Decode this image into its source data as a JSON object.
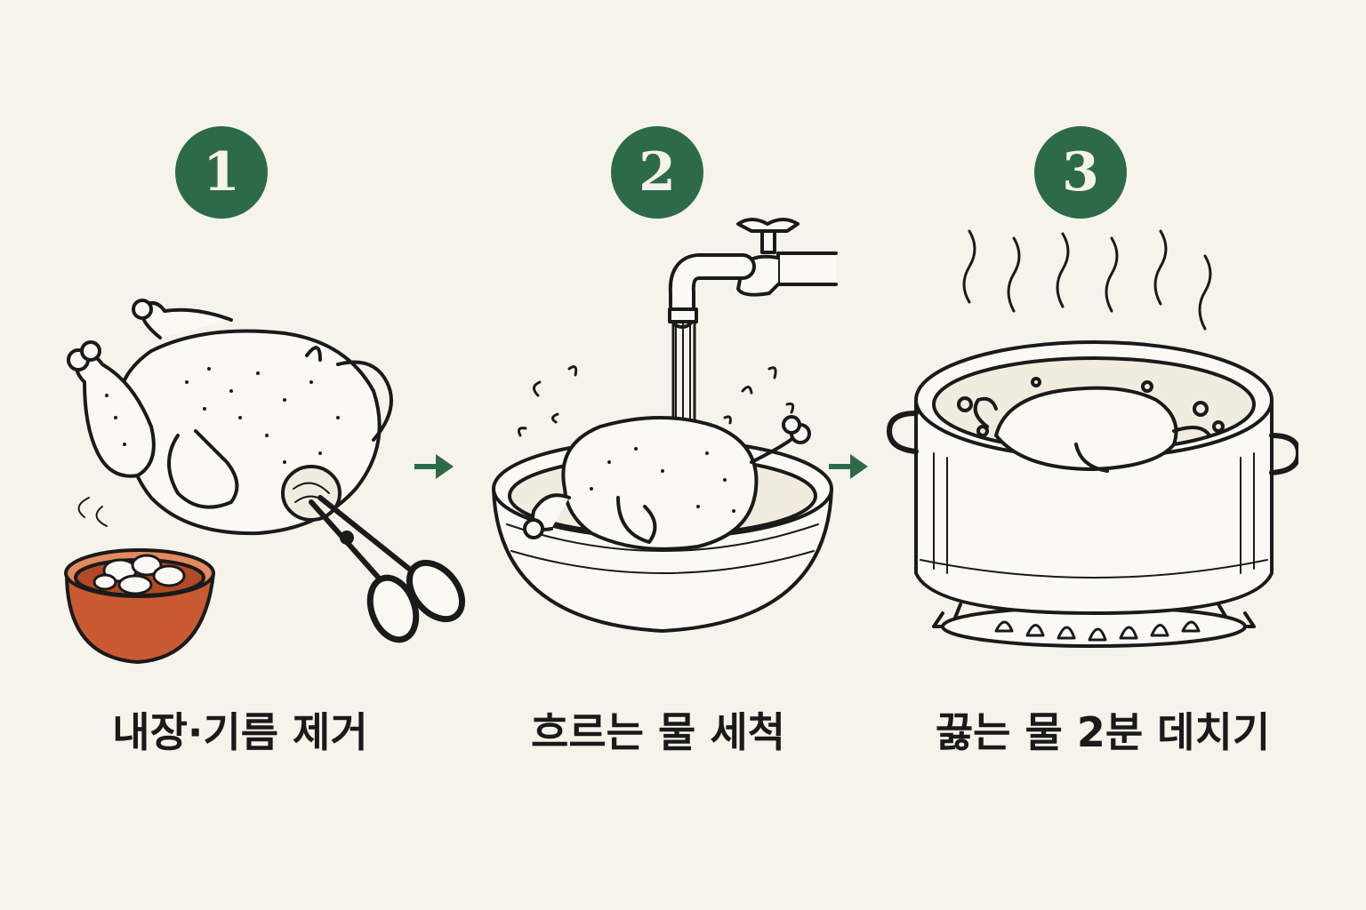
{
  "steps": [
    {
      "number": "1",
      "caption": "내장·기름 제거"
    },
    {
      "number": "2",
      "caption": "흐르는 물 세척"
    },
    {
      "number": "3",
      "caption": "끓는 물 2분 데치기"
    }
  ],
  "colors": {
    "background": "#f6f3ea",
    "accent": "#2d6a4a",
    "ink": "#1a1a1a",
    "bowl": "#c95a32"
  },
  "icons": {
    "step1": "raw-chicken-scissors-bowl-illustration",
    "step2": "chicken-under-faucet-basin-illustration",
    "step3": "chicken-in-boiling-pot-illustration",
    "arrow": "arrow-right-icon"
  }
}
